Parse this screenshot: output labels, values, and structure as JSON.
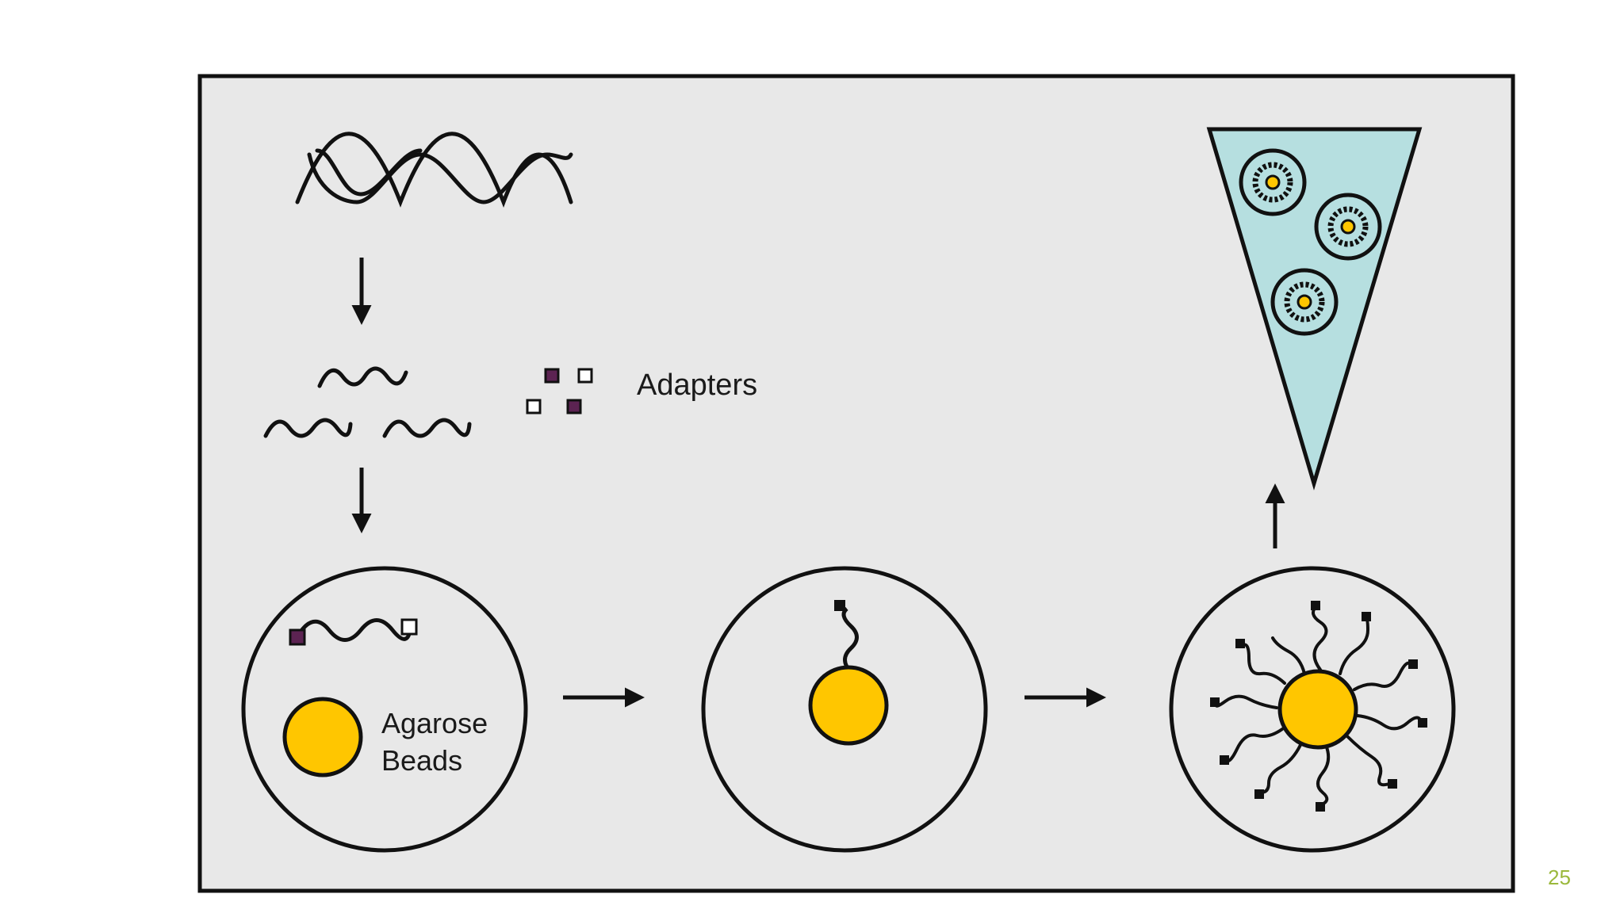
{
  "labels": {
    "adapters": "Adapters",
    "agarose_line1": "Agarose",
    "agarose_line2": "Beads"
  },
  "slide_number": "25",
  "colors": {
    "panel_bg": "#e8e8e8",
    "panel_border": "#111111",
    "bead": "#ffc600",
    "adapter": "#5c2352",
    "tube": "#b6dfe0",
    "slide_number": "#9bb83c"
  },
  "icons": [
    "dna-double-helix-icon",
    "dna-fragments-icon",
    "adapters-icon",
    "agarose-bead-icon",
    "arrow-icon",
    "emulsion-droplet-icon",
    "picotiter-well-icon"
  ]
}
